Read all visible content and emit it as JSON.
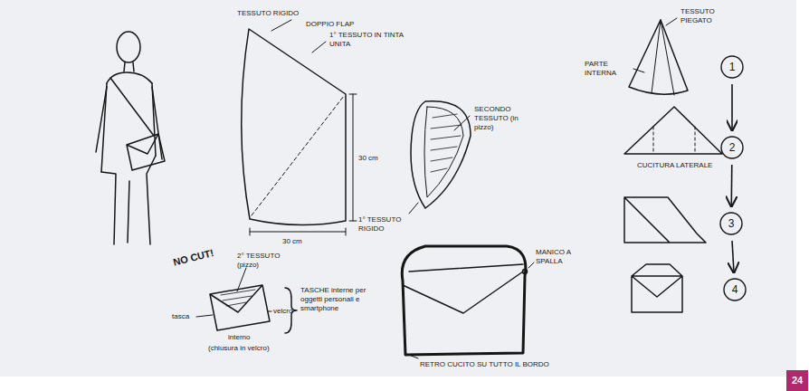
{
  "diagram": {
    "nodes": [
      {
        "text": [
          "1"
        ]
      },
      {
        "text": [
          "2"
        ]
      },
      {
        "text": [
          "3"
        ]
      },
      {
        "text": [
          "4"
        ]
      },
      {
        "text": [
          "24"
        ]
      }
    ],
    "edges": [
      {
        "from": 0,
        "to": 1,
        "arrow": "to"
      },
      {
        "from": 1,
        "to": 2,
        "arrow": "to"
      },
      {
        "from": 2,
        "to": 3,
        "arrow": "to"
      }
    ],
    "labels": [
      "TESSUTO RIGIDO",
      "DOPPIO FLAP",
      "1° TESSUTO IN TINTA UNITA",
      "30 cm",
      "30 cm",
      "SECONDO TESSUTO (in pizzo)",
      "1° TESSUTO RIGIDO",
      "PARTE INTERNA",
      "TESSUTO PIEGATO",
      "CUCITURA LATERALE",
      "NO CUT!",
      "2° TESSUTO (pizzo)",
      "tasca",
      "velcro",
      "interno",
      "(chiusura in velcro)",
      "TASCHE interne per oggetti personali e smartphone",
      "MANICO A SPALLA",
      "RETRO CUCITO SU TUTTO IL BORDO"
    ]
  }
}
